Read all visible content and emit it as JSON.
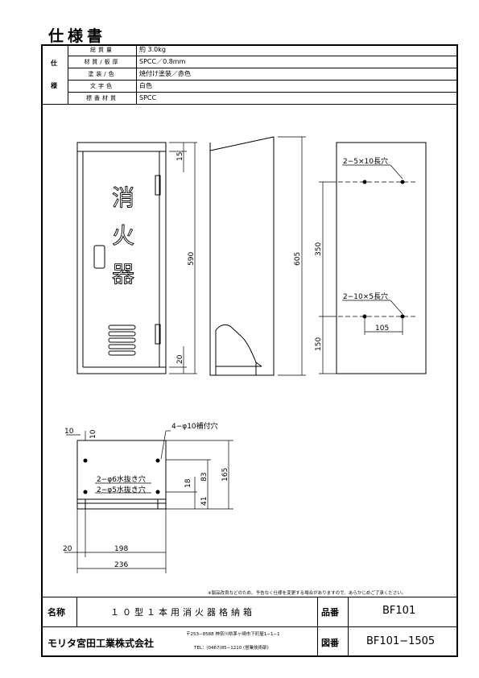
{
  "title": "仕様書",
  "spec": {
    "side_label": [
      "仕",
      "様"
    ],
    "rows": [
      {
        "label": "総質量",
        "value": "約 3.0kg"
      },
      {
        "label": "材質/板厚",
        "value": "SPCC／0.8mm"
      },
      {
        "label": "塗装/色",
        "value": "焼付け塗装／赤色"
      },
      {
        "label": "文字色",
        "value": "白色"
      },
      {
        "label": "標番材質",
        "value": "SPCC"
      }
    ]
  },
  "front": {
    "text_lines": [
      "消",
      "火",
      "器"
    ]
  },
  "dims": {
    "front_top": "15",
    "front_height": "590",
    "front_bottom": "20",
    "side_height": "605",
    "holes_top": "2−5×10長穴",
    "holes_bottom": "2−10×5長穴",
    "hole_span": "350",
    "hole_bottom": "150",
    "hole_width": "105",
    "plan_10a": "10",
    "plan_10b": "10",
    "plan_holes": "4−φ10補付穴",
    "plan_h1": "2−φ6水抜き穴",
    "plan_h2": "2−φ5水抜き穴",
    "plan_18": "18",
    "plan_83": "83",
    "plan_41": "41",
    "plan_165": "165",
    "plan_20": "20",
    "plan_198": "198",
    "plan_236": "236"
  },
  "note": "※製品改良などのため、予告なく仕様を変更する場合がありますので、あらかじめご了承ください。",
  "footer": {
    "name_label": "名称",
    "name_value": "１０型１本用消火器格納箱",
    "part_label": "品番",
    "part_value": "BF101",
    "company": "モリタ宮田工業株式会社",
    "address": "〒253−8588 神奈川県茅ヶ崎市下町屋1−1−1",
    "tel": "TEL：(0467)85−1210 (営業技術部)",
    "drawing_label": "図番",
    "drawing_value": "BF101−1505"
  }
}
